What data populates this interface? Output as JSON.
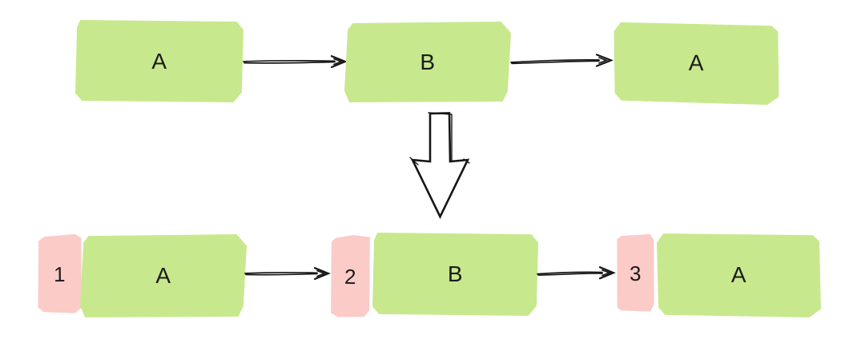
{
  "colors": {
    "background": "#ffffff",
    "node_fill": "#c8e88e",
    "index_fill": "#fbcbc7",
    "stroke": "#161616",
    "text": "#1b1b1b"
  },
  "top_row": {
    "nodes": [
      {
        "label": "A"
      },
      {
        "label": "B"
      },
      {
        "label": "A"
      }
    ]
  },
  "bottom_row": {
    "nodes": [
      {
        "index": "1",
        "label": "A"
      },
      {
        "index": "2",
        "label": "B"
      },
      {
        "index": "3",
        "label": "A"
      }
    ]
  },
  "icons": {
    "top_arrow_1": "arrow-right",
    "top_arrow_2": "arrow-right",
    "transform_arrow": "big-arrow-down",
    "bottom_arrow_1": "arrow-right",
    "bottom_arrow_2": "arrow-right"
  }
}
